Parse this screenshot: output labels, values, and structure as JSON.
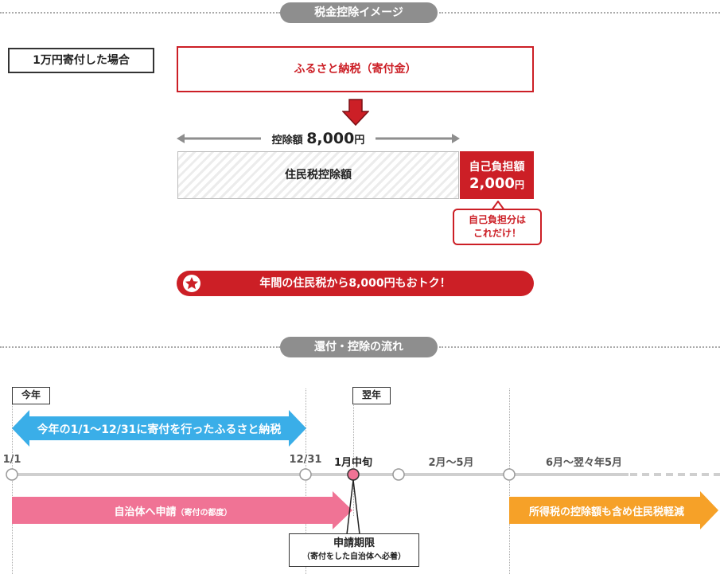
{
  "section1": {
    "title": "税金控除イメージ"
  },
  "case_label": "1万円寄付した場合",
  "furusato_label": "ふるさと納税（寄付金）",
  "deduction": {
    "label": "控除額",
    "amount": "8,000",
    "unit": "円"
  },
  "resident_tax_label": "住民税控除額",
  "self_burden": {
    "title": "自己負担額",
    "amount": "2,000",
    "unit": "円"
  },
  "callout": {
    "line1": "自己負担分は",
    "line2": "これだけ！"
  },
  "banner_text": "年間の住民税から8,000円もおトク！",
  "section2": {
    "title": "還付・控除の流れ"
  },
  "timeline": {
    "year_this": "今年",
    "year_next": "翌年",
    "range_text": "今年の1/1〜12/31に寄付を行ったふるさと納税",
    "labels": {
      "start": "1/1",
      "end": "12/31",
      "mid_jan": "1月中旬",
      "feb_may": "2月〜5月",
      "jun_may": "6月〜翌々年5月"
    },
    "apply_text": "自治体へ申請",
    "apply_sub": "（寄付の都度）",
    "result_text": "所得税の控除額も含め住民税軽減",
    "deadline_title": "申請期限",
    "deadline_sub": "（寄付をした自治体へ必着）"
  },
  "colors": {
    "red": "#cc1f26",
    "gray": "#8e8e8e",
    "blue": "#3aaee8",
    "pink": "#f07395",
    "orange": "#f6a128"
  }
}
